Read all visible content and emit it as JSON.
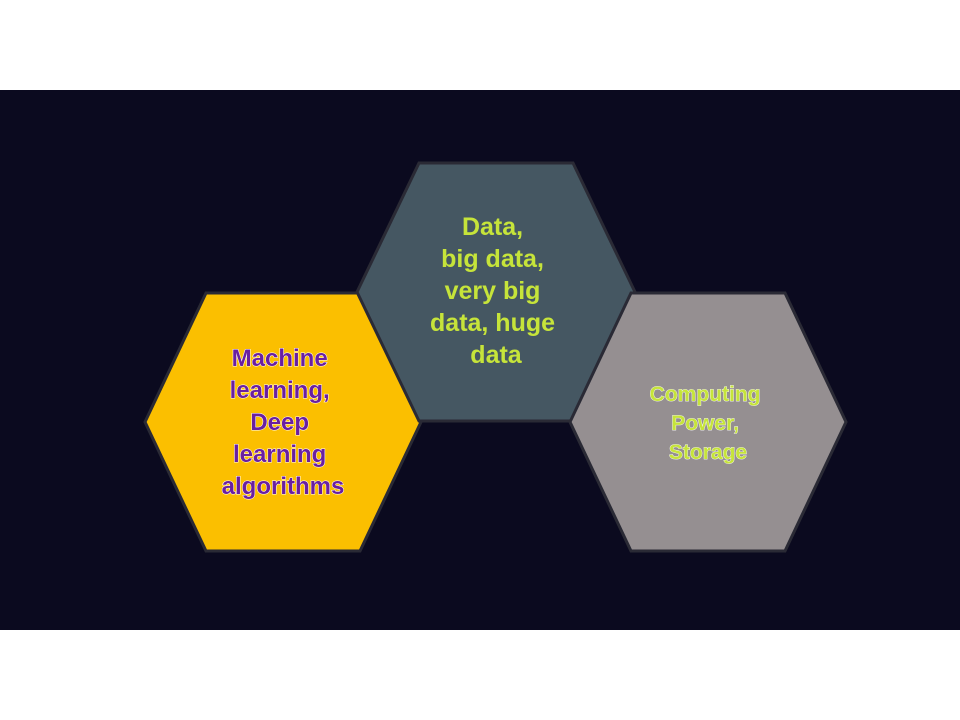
{
  "colors": {
    "background": "#0b0a1f",
    "page": "#ffffff",
    "hex_yellow": "#fbbf00",
    "hex_slate": "#455762",
    "hex_gray": "#958f91",
    "text_lime": "#c6e43a",
    "text_purple": "#6a1fa0",
    "outline": "#2a2a35"
  },
  "hexagons": [
    {
      "id": "algorithms",
      "lines": [
        "Machine",
        "learning,",
        "Deep",
        "learning",
        "algorithms"
      ],
      "fill": "#fbbf00",
      "text_color": "#6a1fa0"
    },
    {
      "id": "data",
      "lines": [
        "Data,",
        "big data,",
        "very big",
        "data, huge",
        "data"
      ],
      "fill": "#455762",
      "text_color": "#c6e43a"
    },
    {
      "id": "computing",
      "lines": [
        "Computing",
        "Power,",
        "Storage"
      ],
      "fill": "#958f91",
      "text_color": "#c6e43a"
    }
  ]
}
